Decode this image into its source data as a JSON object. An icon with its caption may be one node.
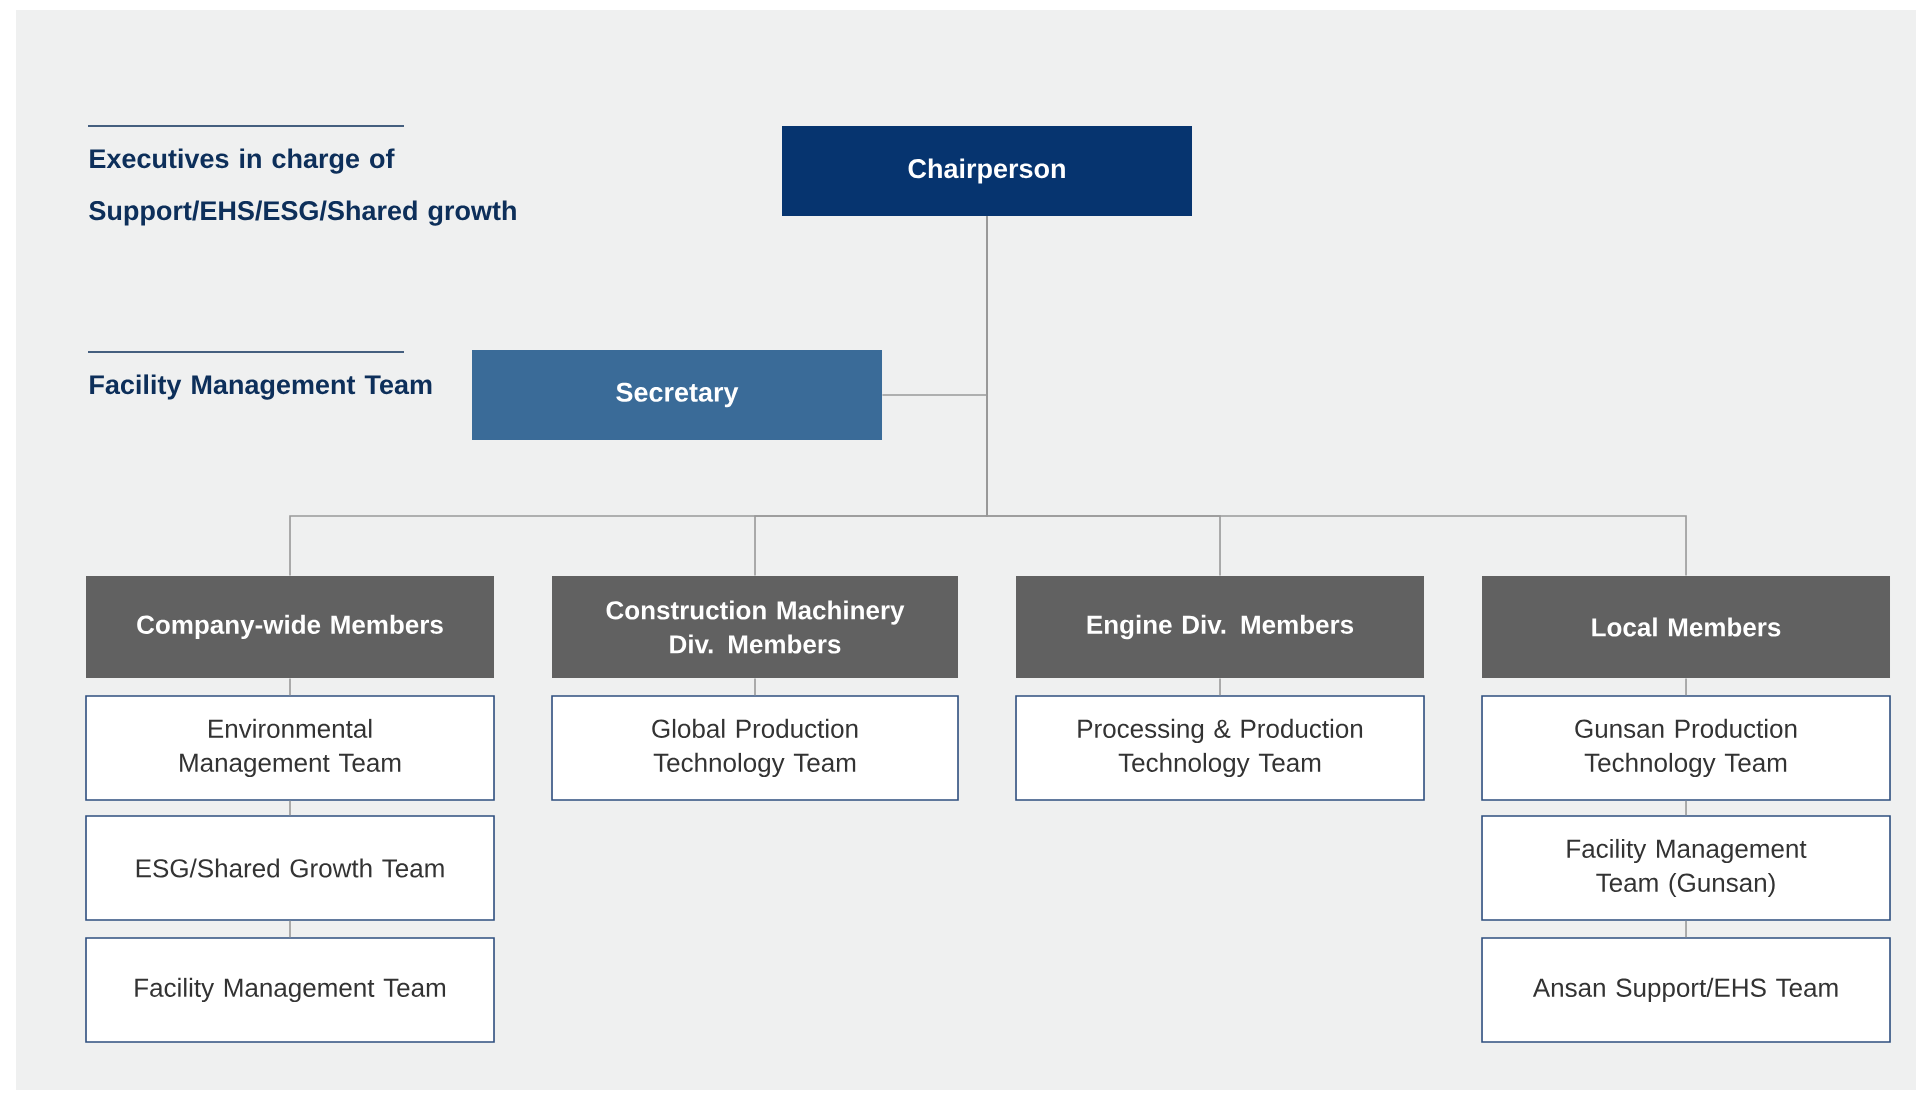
{
  "diagram": {
    "nodes": [
      {
        "text": [
          "Chairperson"
        ]
      },
      {
        "text": [
          "Secretary"
        ]
      },
      {
        "text": [
          "Company-wide Members"
        ]
      },
      {
        "text": [
          "Construction Machinery Div. Members"
        ]
      },
      {
        "text": [
          "Engine Div. Members"
        ]
      },
      {
        "text": [
          "Local Members"
        ]
      },
      {
        "text": [
          "Environmental Management Team"
        ]
      },
      {
        "text": [
          "ESG/Shared Growth Team"
        ]
      },
      {
        "text": [
          "Facility Management Team"
        ]
      },
      {
        "text": [
          "Global Production Technology Team"
        ]
      },
      {
        "text": [
          "Processing & Production Technology Team"
        ]
      },
      {
        "text": [
          "Gunsan Production Technology Team"
        ]
      },
      {
        "text": [
          "Facility Management Team (Gunsan)"
        ]
      },
      {
        "text": [
          "Ansan Support/EHS Team"
        ]
      }
    ],
    "edges": [
      {
        "from": 0,
        "to": 1,
        "arrow": "none"
      },
      {
        "from": 0,
        "to": 2,
        "arrow": "none"
      },
      {
        "from": 0,
        "to": 3,
        "arrow": "none"
      },
      {
        "from": 0,
        "to": 4,
        "arrow": "none"
      },
      {
        "from": 0,
        "to": 5,
        "arrow": "none"
      },
      {
        "from": 2,
        "to": 6,
        "arrow": "none"
      },
      {
        "from": 6,
        "to": 7,
        "arrow": "none"
      },
      {
        "from": 7,
        "to": 8,
        "arrow": "none"
      },
      {
        "from": 3,
        "to": 9,
        "arrow": "none"
      },
      {
        "from": 4,
        "to": 10,
        "arrow": "none"
      },
      {
        "from": 5,
        "to": 11,
        "arrow": "none"
      },
      {
        "from": 11,
        "to": 12,
        "arrow": "none"
      },
      {
        "from": 12,
        "to": 13,
        "arrow": "none"
      }
    ],
    "labels": [
      "Executives in charge of Support/EHS/ESG/Shared growth",
      "Facility Management Team"
    ]
  }
}
